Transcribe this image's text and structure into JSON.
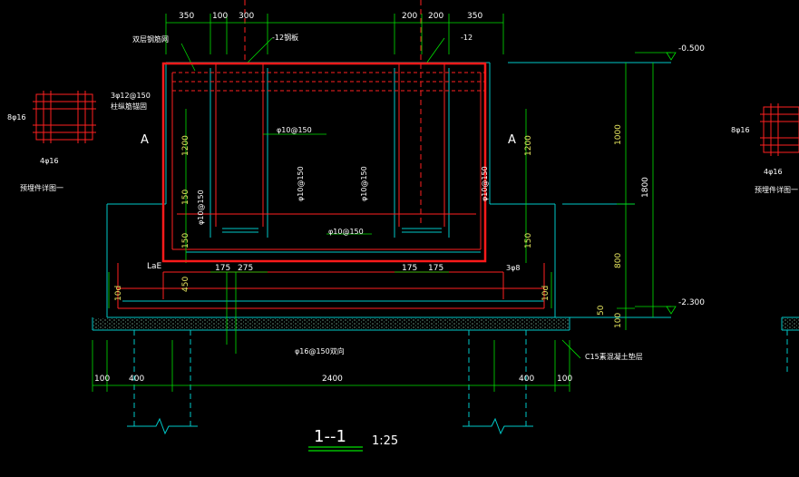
{
  "drawing": {
    "section_title": "1--1",
    "scale": "1:25",
    "section_mark": "A",
    "colors": {
      "background": "#000000",
      "concrete": "#00c8c8",
      "rebar": "#ff2020",
      "dimension": "#00e000",
      "text": "#ffffff",
      "highlight": "#ff1a1a"
    }
  },
  "dims_top": {
    "d350_left": "350",
    "d100_a": "100",
    "d300": "300",
    "d200_a": "200",
    "d200_b": "200",
    "d350_right": "350"
  },
  "dims_bottom": {
    "d100_left": "100",
    "d400_left": "400",
    "d2400": "2400",
    "d400_right": "400",
    "d100_right": "100"
  },
  "dims_right": {
    "d1000": "1000",
    "d1800": "1800",
    "d800": "800",
    "d50": "50",
    "d100": "100"
  },
  "dims_inner": {
    "v1200_left": "1200",
    "v150_left": "150",
    "v150_left_b": "150",
    "v450": "450",
    "v1200_right": "1200",
    "v150_right": "150",
    "h175_a": "175",
    "h275": "275",
    "h175_b": "175",
    "h175_c": "175",
    "v10d_left": "10d",
    "v10d_right": "10d",
    "lae": "LaE"
  },
  "elevations": {
    "top": "-0.500",
    "bottom": "-2.300"
  },
  "rebar_labels": {
    "phi10_150_top": "φ10@150",
    "phi10_150_v1": "φ10@150",
    "phi10_150_v2": "φ10@150",
    "phi10_150_v3": "φ10@150",
    "phi10_150_v4": "φ10@150",
    "phi10_150_bottom": "φ10@150",
    "phi16_150": "φ16@150双向",
    "phi12_150": "3φ12@150",
    "hook": "柱纵筋锚固",
    "bars_3": "3φ8",
    "bar_8phi16_left": "8φ16",
    "bar_4phi16_left": "4φ16",
    "bar_8phi16_right": "8φ16",
    "bar_4phi16_right": "4φ16",
    "tie_12_left": "-12钢板",
    "tie_12_right": "-12",
    "mesh_label": "双层钢筋网"
  },
  "notes": {
    "c15": "C15素混凝土垫层",
    "embed_left": "预埋件详图一",
    "embed_right": "预埋件详图一"
  }
}
